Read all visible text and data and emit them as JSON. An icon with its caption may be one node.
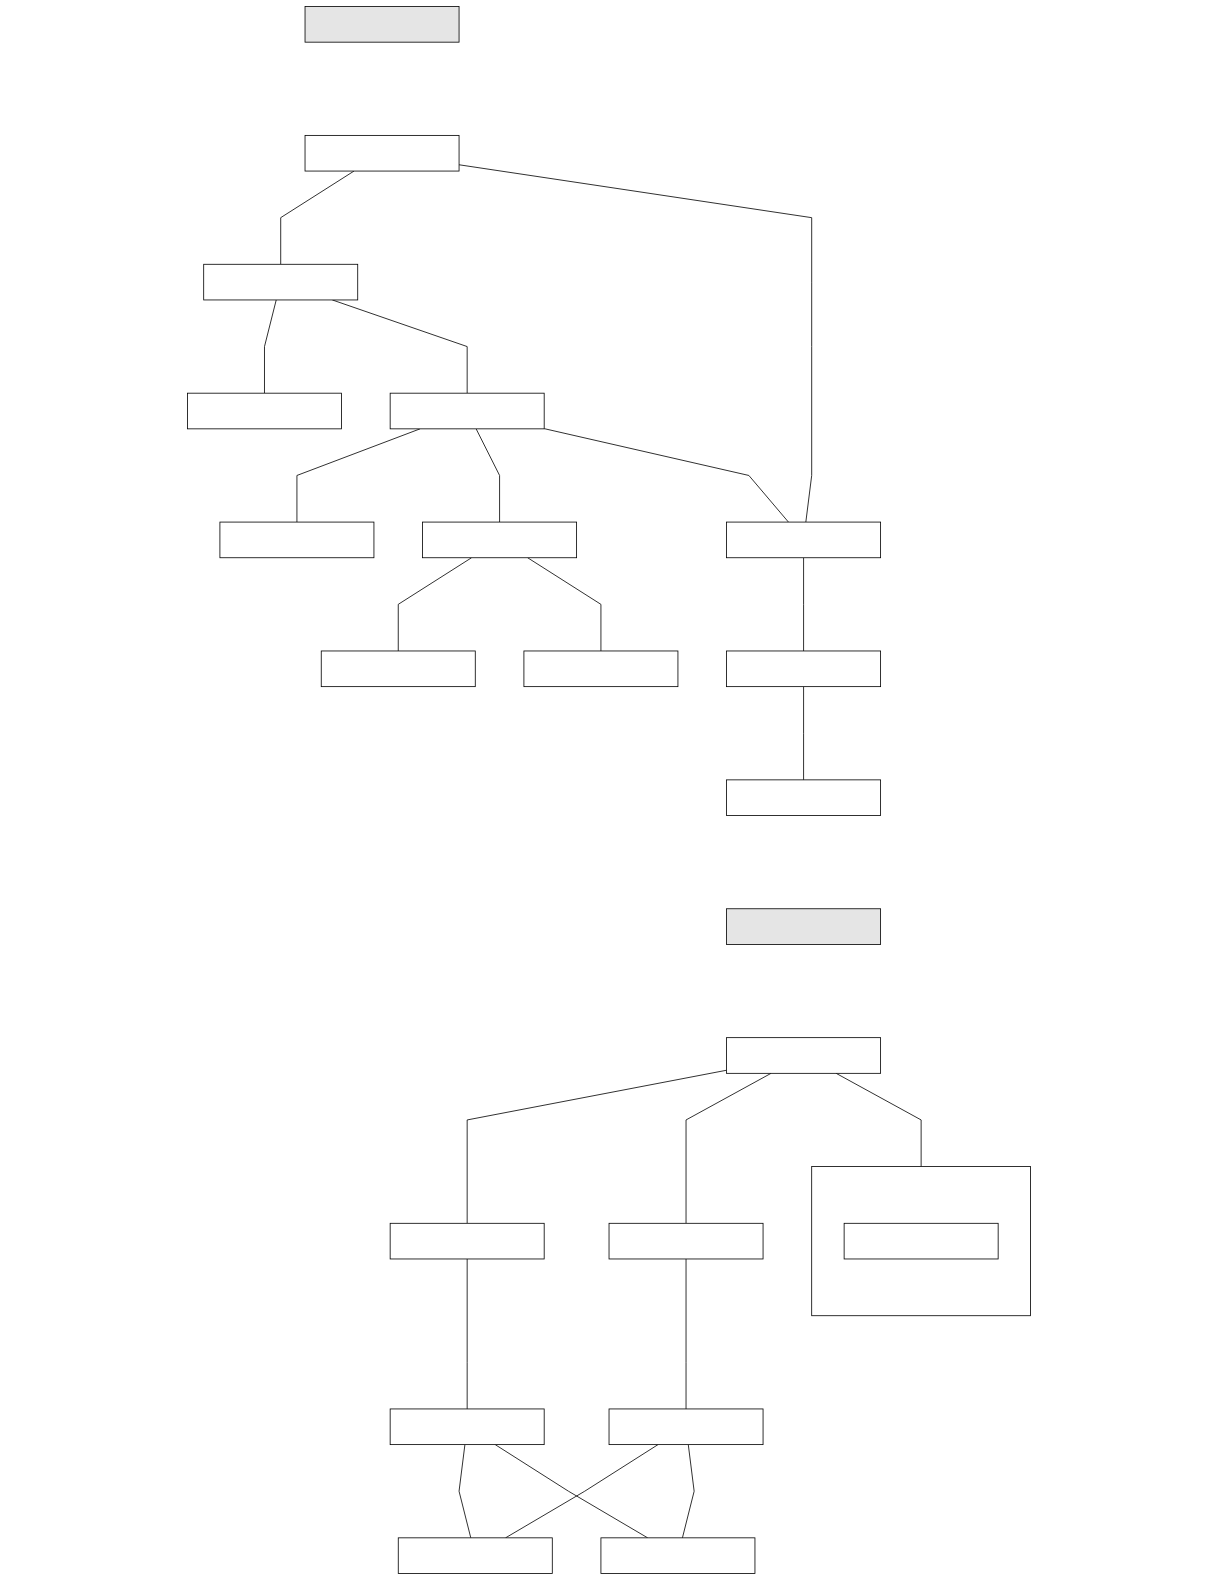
{
  "diagram": {
    "nodes": [
      {
        "text": [],
        "shape": "box"
      },
      {
        "text": [],
        "shape": "box"
      },
      {
        "text": [],
        "shape": "box"
      },
      {
        "text": [],
        "shape": "box"
      },
      {
        "text": [],
        "shape": "box"
      },
      {
        "text": [],
        "shape": "box"
      },
      {
        "text": [],
        "shape": "box"
      },
      {
        "text": [],
        "shape": "box"
      },
      {
        "text": [],
        "shape": "box"
      },
      {
        "text": [],
        "shape": "box"
      },
      {
        "text": [],
        "shape": "box"
      },
      {
        "text": [],
        "shape": "box"
      },
      {
        "text": [],
        "shape": "box"
      },
      {
        "text": [],
        "shape": "box"
      },
      {
        "text": [],
        "shape": "box"
      },
      {
        "text": [],
        "shape": "box",
        "in": 14
      },
      {
        "text": [],
        "shape": "box"
      },
      {
        "text": [],
        "shape": "box"
      },
      {
        "text": [],
        "shape": "box"
      },
      {
        "text": [],
        "shape": "box"
      },
      {
        "text": [],
        "shape": "box"
      },
      {
        "text": [],
        "shape": "box"
      }
    ],
    "edges": [
      {
        "from": 1,
        "to": 2,
        "arrow": "none"
      },
      {
        "from": 2,
        "to": 3,
        "arrow": "none"
      },
      {
        "from": 2,
        "to": 4,
        "arrow": "none"
      },
      {
        "from": 4,
        "to": 5,
        "arrow": "none"
      },
      {
        "from": 4,
        "to": 6,
        "arrow": "none"
      },
      {
        "from": 6,
        "to": 7,
        "arrow": "none"
      },
      {
        "from": 6,
        "to": 8,
        "arrow": "none"
      },
      {
        "from": 1,
        "to": 9,
        "arrow": "none"
      },
      {
        "from": 4,
        "to": 9,
        "arrow": "none"
      },
      {
        "from": 9,
        "to": 10,
        "arrow": "none"
      },
      {
        "from": 10,
        "to": 11,
        "arrow": "none"
      },
      {
        "from": 13,
        "to": 14,
        "arrow": "none"
      },
      {
        "from": 13,
        "to": 16,
        "arrow": "none"
      },
      {
        "from": 13,
        "to": 17,
        "arrow": "none"
      },
      {
        "from": 16,
        "to": 18,
        "arrow": "none"
      },
      {
        "from": 17,
        "to": 19,
        "arrow": "none"
      },
      {
        "from": 18,
        "to": 20,
        "arrow": "none"
      },
      {
        "from": 19,
        "to": 20,
        "arrow": "none"
      },
      {
        "from": 18,
        "to": 21,
        "arrow": "none"
      },
      {
        "from": 19,
        "to": 21,
        "arrow": "none"
      }
    ]
  }
}
